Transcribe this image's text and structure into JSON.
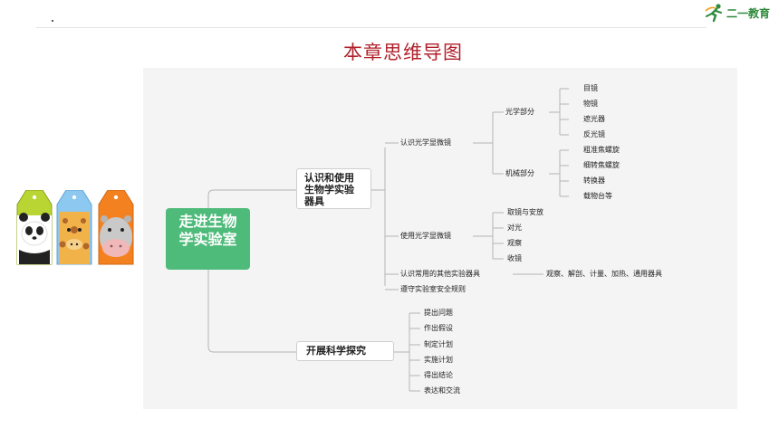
{
  "header": {
    "logo_text": "二一教育",
    "title": "本章思维导图"
  },
  "mindmap": {
    "root": "走进生物学实验室",
    "branch1": {
      "label": "认识和使用生物学实验器具",
      "microscope_know": {
        "label": "认识光学显微镜",
        "optical": {
          "label": "光学部分",
          "items": [
            "目镜",
            "物镜",
            "遮光器",
            "反光镜"
          ]
        },
        "mechanical": {
          "label": "机械部分",
          "items": [
            "粗准焦螺旋",
            "细转焦螺旋",
            "转换器",
            "载物台等"
          ]
        }
      },
      "microscope_use": {
        "label": "使用光学显微镜",
        "items": [
          "取镜与安放",
          "对光",
          "观察",
          "收镜"
        ]
      },
      "other_tools": {
        "label": "认识常用的其他实验器具",
        "detail": "观察、解剖、计量、加热、通用器具"
      },
      "safety": {
        "label": "遵守实验室安全规则"
      }
    },
    "branch2": {
      "label": "开展科学探究",
      "items": [
        "提出问题",
        "作出假设",
        "制定计划",
        "实施计划",
        "得出结论",
        "表达和交流"
      ]
    }
  },
  "colors": {
    "title": "#b0202a",
    "root": "#4fbb7a",
    "line": "#b5b5b5",
    "panel": "#f4f4f4"
  }
}
